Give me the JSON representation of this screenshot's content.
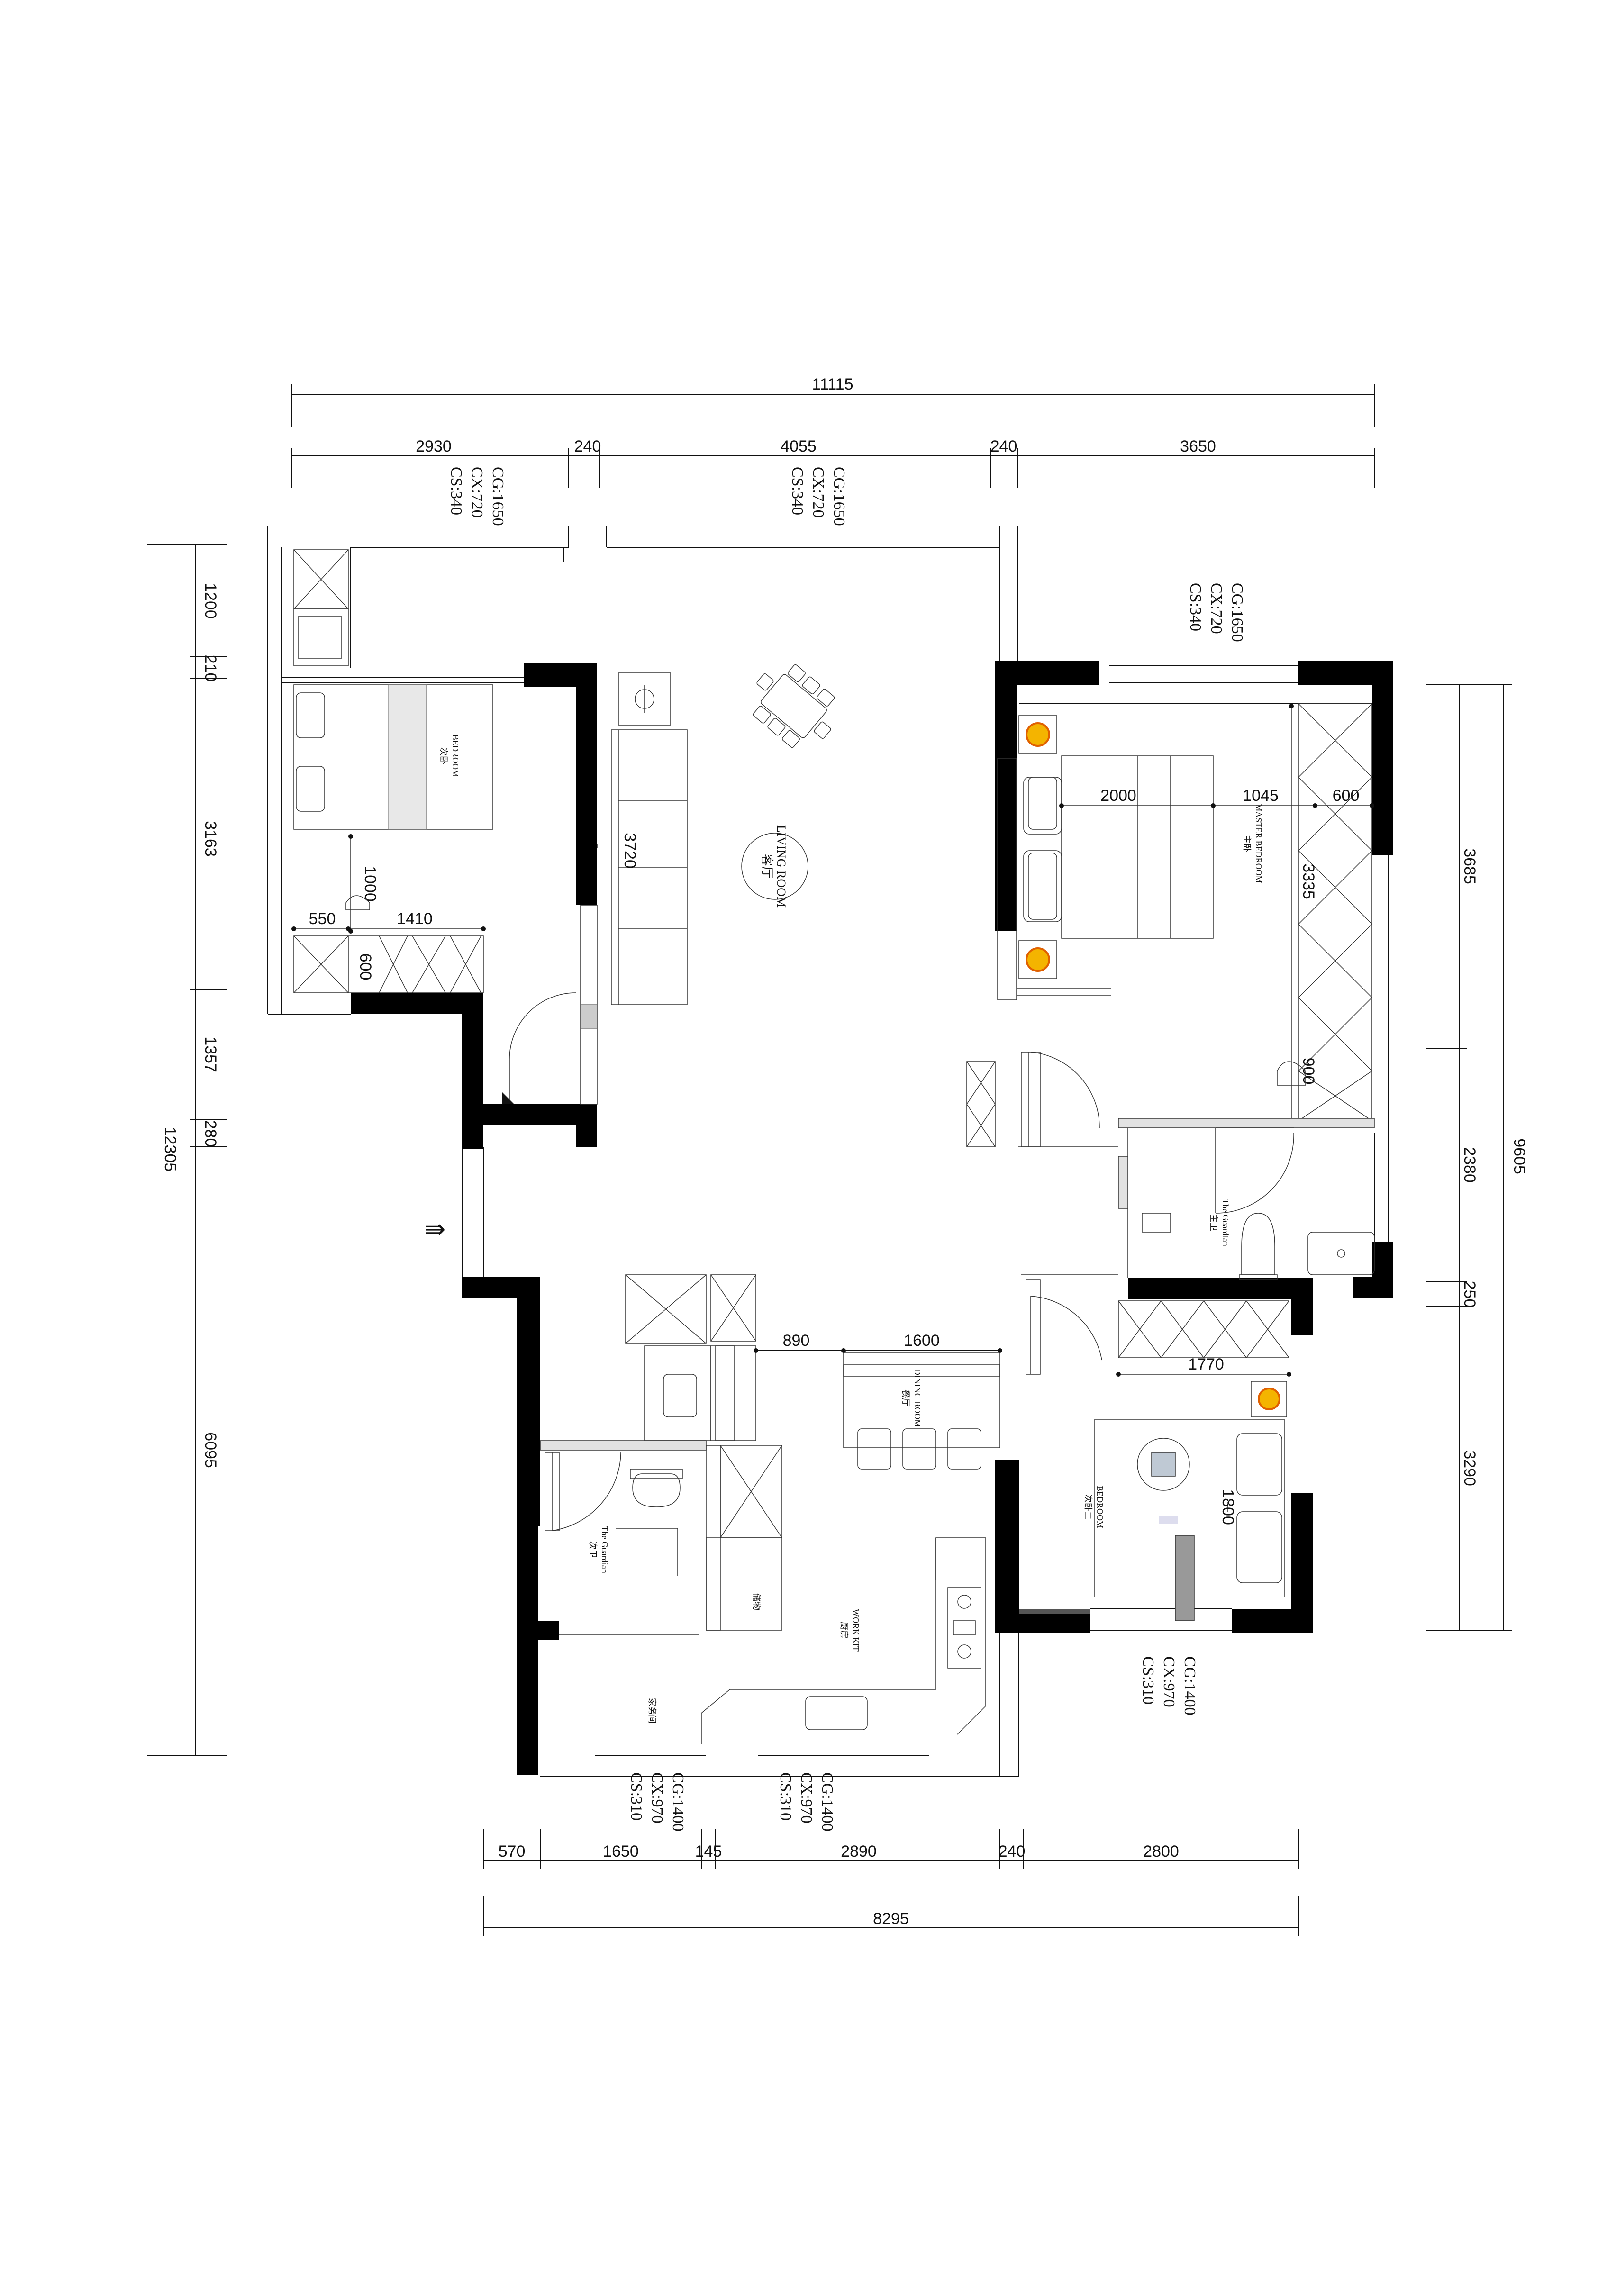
{
  "dimensions": {
    "top_total": "11115",
    "top_segments": [
      "2930",
      "240",
      "4055",
      "240",
      "3650"
    ],
    "left_total": "12305",
    "left_segments": [
      "1200",
      "210",
      "3163",
      "1357",
      "280",
      "6095"
    ],
    "right_total": "9605",
    "right_segments": [
      "3685",
      "2380",
      "250",
      "3290"
    ],
    "bottom_segments": [
      "570",
      "1650",
      "145",
      "2890",
      "240",
      "2800"
    ],
    "bottom_total": "8295"
  },
  "window_specs": {
    "top_left": [
      "CG:1650",
      "CX:720",
      "CS:340"
    ],
    "top_center": [
      "CG:1650",
      "CX:720",
      "CS:340"
    ],
    "master_top": [
      "CG:1650",
      "CX:720",
      "CS:340"
    ],
    "bedroom3_bottom": [
      "CG:1400",
      "CX:970",
      "CS:310"
    ],
    "bottom_left": [
      "CG:1400",
      "CX:970",
      "CS:310"
    ],
    "bottom_right": [
      "CG:1400",
      "CX:970",
      "CS:310"
    ]
  },
  "rooms": {
    "living": {
      "en": "LIVING ROOM",
      "zh": "客厅"
    },
    "bedroom_left": {
      "en": "BEDROOM",
      "zh": "次卧"
    },
    "master": {
      "en": "MASTER BEDROOM",
      "zh": "主卧"
    },
    "bath_master": {
      "en": "The Guardian",
      "zh": "主卫"
    },
    "dining": {
      "en": "DINING ROOM",
      "zh": "餐厅"
    },
    "bath_guest": {
      "en": "The Guardian",
      "zh": "次卫"
    },
    "kitchen": {
      "en": "WORK KIT",
      "zh": "厨房"
    },
    "laundry": {
      "zh": "家务间"
    },
    "bedroom3": {
      "en": "BEDROOM",
      "zh": "次卧二"
    }
  },
  "inner_dims": {
    "sofa_len": "3720",
    "bed_left_a": "1000",
    "bed_left_b": "550",
    "bed_left_c": "1410",
    "bed_left_d": "600",
    "master_a": "2000",
    "master_b": "1045",
    "master_c": "600",
    "master_d": "3335",
    "master_e": "900",
    "dining_a": "890",
    "dining_b": "1600",
    "bed3_a": "1770",
    "bed3_b": "1800"
  },
  "colors": {
    "wall": "#000000",
    "line": "#111111",
    "lamp": "#f4b400"
  },
  "icons": {
    "entrance": "entrance-arrow-icon"
  }
}
